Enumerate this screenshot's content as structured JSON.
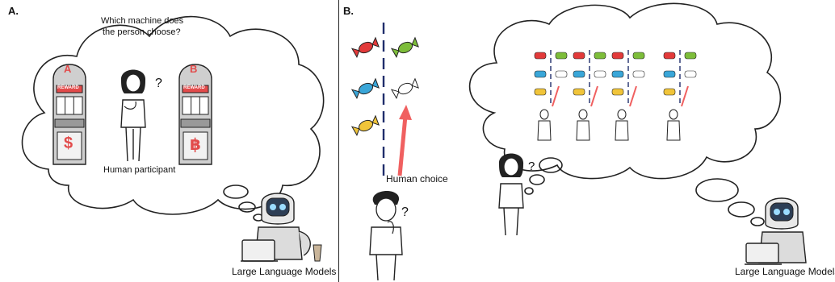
{
  "panel_a": {
    "label": "A.",
    "question_line1": "Which machine does",
    "question_line2": "the person choose?",
    "machine_a_letter": "A",
    "machine_b_letter": "B",
    "reward_text": "REWARD",
    "machine_a_symbol": "$",
    "machine_b_symbol": "฿",
    "question_mark": "?",
    "participant_caption": "Human participant",
    "robot_caption": "Large Language Models"
  },
  "panel_b": {
    "label": "B.",
    "human_choice_caption": "Human choice",
    "question_mark": "?",
    "robot_caption": "Large Language Models"
  },
  "colors": {
    "accent_red": "#e24b4b",
    "candy_red": "#e23a3a",
    "candy_green": "#7dbd3a",
    "candy_blue": "#3aa6d8",
    "candy_yellow": "#f0c43a",
    "dash_navy": "#1f2d6b",
    "machine_gray": "#bdbdbd"
  }
}
